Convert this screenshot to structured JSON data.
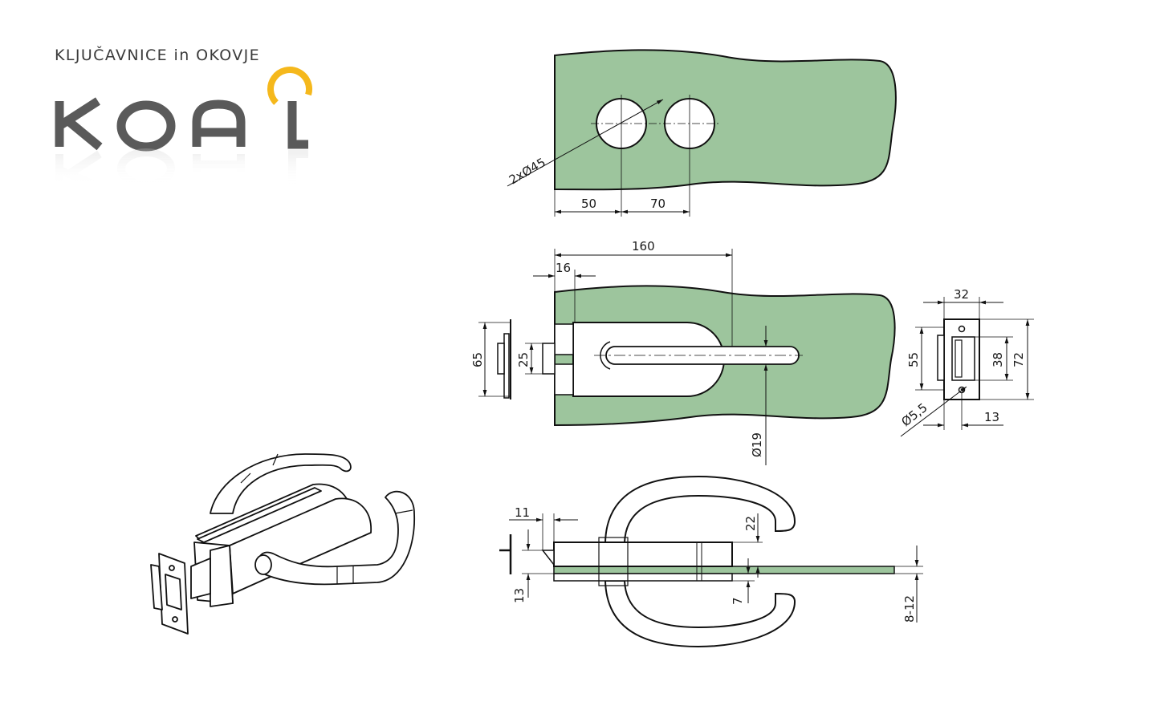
{
  "brand": {
    "tagline": "KLJUČAVNICE in OKOVJE",
    "logo_text": "KOAL",
    "logo_accent_color": "#f5b81c",
    "logo_text_color": "#5a5a5a"
  },
  "colors": {
    "glass_fill": "#9dc59d",
    "line": "#111111"
  },
  "dimensions": {
    "holes": "2xØ45",
    "edge_to_hole": "50",
    "hole_spacing": "70",
    "overall_length": "160",
    "backset": "16",
    "body_height": "65",
    "latch_height": "25",
    "handle_diameter": "Ø19",
    "strike_width": "32",
    "strike_slot_height": "55",
    "strike_slot_inner": "38",
    "strike_height": "72",
    "screw_hole": "Ø5,5",
    "strike_offset": "13",
    "side_latch_offset": "11",
    "side_bottom": "13",
    "side_handle_gap": "22",
    "side_plate": "7",
    "glass_thickness": "8-12"
  }
}
